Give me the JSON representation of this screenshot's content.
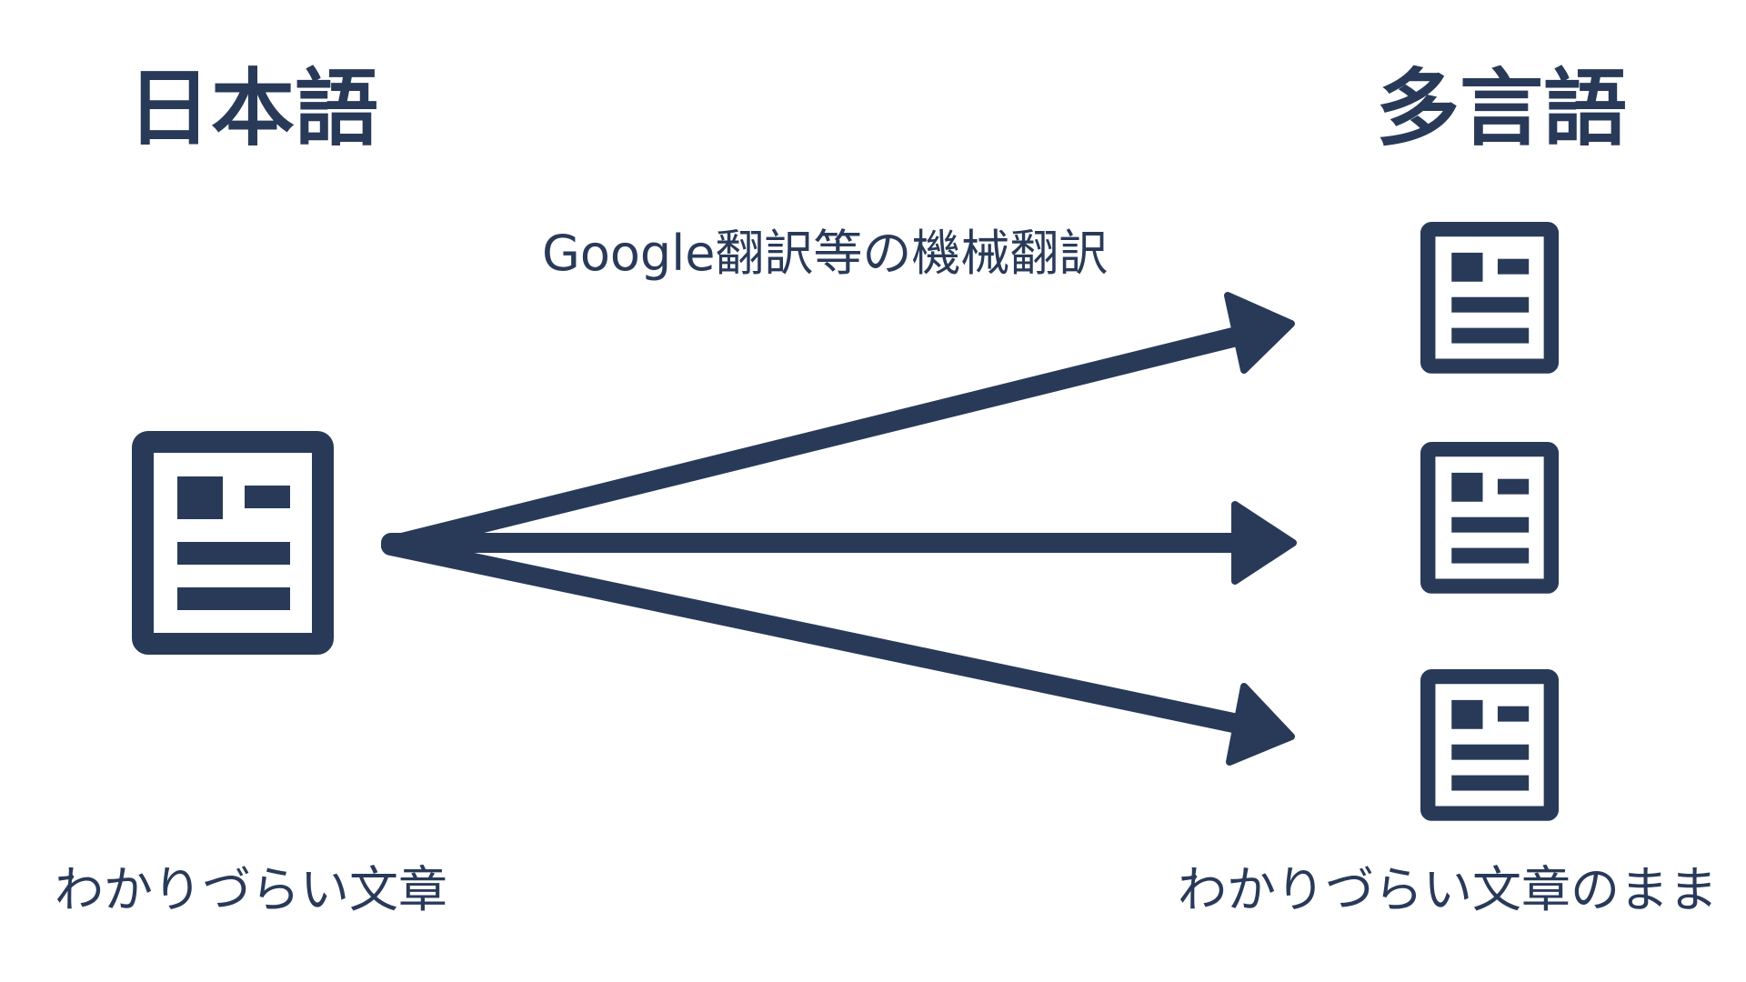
{
  "colors": {
    "ink": "#293a59",
    "background": "#ffffff"
  },
  "source": {
    "heading": "日本語",
    "icon": "document-icon",
    "caption": "わかりづらい文章"
  },
  "target": {
    "heading": "多言語",
    "icon": "document-icon",
    "caption": "わかりづらい文章のまま"
  },
  "method": {
    "label": "Google翻訳等の機械翻訳",
    "icon": "arrow-icon"
  }
}
